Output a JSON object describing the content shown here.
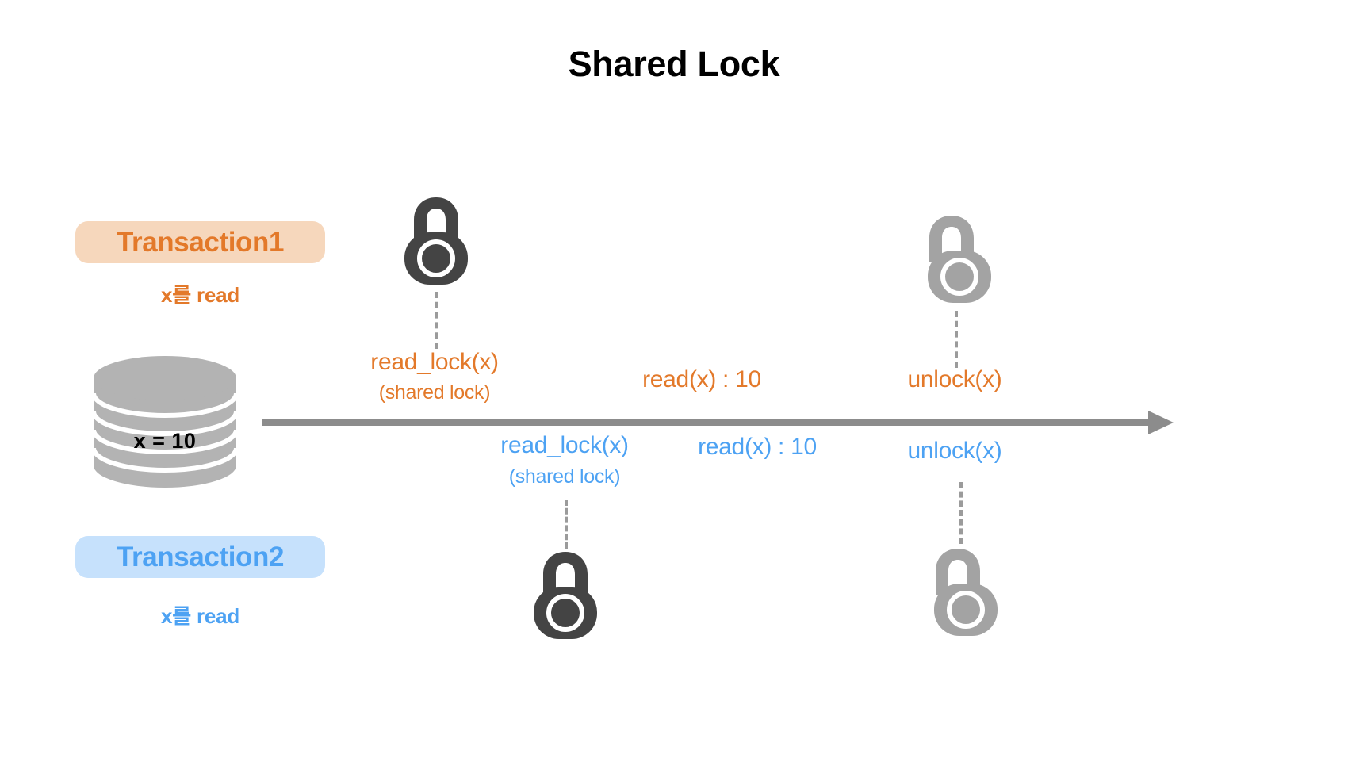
{
  "title": "Shared Lock",
  "database": {
    "icon": "database-cylinder-icon",
    "value_label": "x = 10",
    "fill_color": "#B3B3B3"
  },
  "timeline": {
    "icon": "right-arrow-icon",
    "color": "#8C8C8C"
  },
  "transactions": [
    {
      "id": "transaction1",
      "badge_label": "Transaction1",
      "sub_label": "x를 read",
      "text_color": "#E3792A",
      "badge_bg": "#F6D7BC",
      "events": [
        {
          "name": "read-lock",
          "label": "read_lock(x)",
          "sub_label": "(shared lock)",
          "icon": "closed-padlock-icon",
          "icon_color": "#444444"
        },
        {
          "name": "read",
          "label": "read(x) : 10"
        },
        {
          "name": "unlock",
          "label": "unlock(x)",
          "icon": "open-padlock-icon",
          "icon_color": "#A3A3A3"
        }
      ]
    },
    {
      "id": "transaction2",
      "badge_label": "Transaction2",
      "sub_label": "x를 read",
      "text_color": "#4DA2F3",
      "badge_bg": "#C6E1FC",
      "events": [
        {
          "name": "read-lock",
          "label": "read_lock(x)",
          "sub_label": "(shared lock)",
          "icon": "closed-padlock-icon",
          "icon_color": "#444444"
        },
        {
          "name": "read",
          "label": "read(x) : 10"
        },
        {
          "name": "unlock",
          "label": "unlock(x)",
          "icon": "open-padlock-icon",
          "icon_color": "#A3A3A3"
        }
      ]
    }
  ]
}
